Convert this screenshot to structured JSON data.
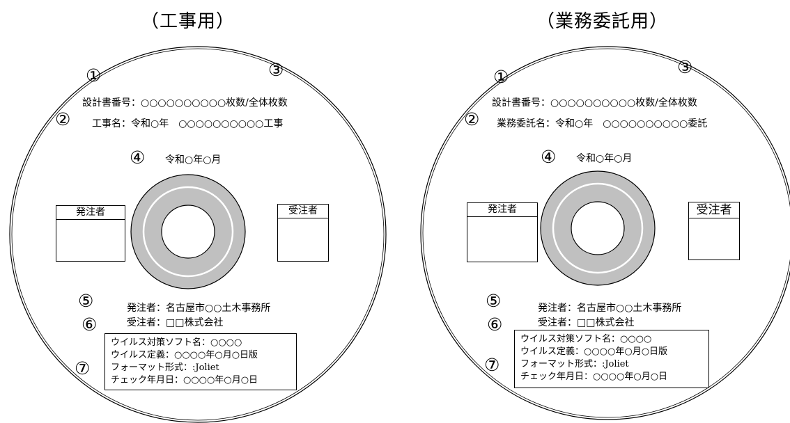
{
  "left": {
    "title": "（工事用）",
    "markers": [
      "①",
      "②",
      "③",
      "④",
      "⑤",
      "⑥",
      "⑦"
    ],
    "design_no": "設計書番号：○○○○○○○○○○枚数/全体枚数",
    "project_name": "工事名：令和○年　○○○○○○○○○○工事",
    "date": "令和○年○月",
    "orderer_box": "発注者",
    "contractor_box": "受注者",
    "orderer": "発注者：名古屋市○○土木事務所",
    "contractor": "受注者：□□株式会社",
    "virus_info": [
      "ウイルス対策ソフト名：○○○○",
      "ウイルス定義：○○○○年○月○日版",
      "フォーマット形式：:Joliet",
      "チェック年月日：○○○○年○月○日"
    ]
  },
  "right": {
    "title": "（業務委託用）",
    "markers": [
      "①",
      "②",
      "③",
      "④",
      "⑤",
      "⑥",
      "⑦"
    ],
    "design_no": "設計書番号：○○○○○○○○○○枚数/全体枚数",
    "project_name": "業務委託名：令和○年　○○○○○○○○○○委託",
    "date": "令和○年○月",
    "orderer_box": "発注者",
    "contractor_box": "受注者",
    "orderer": "発注者：名古屋市○○土木事務所",
    "contractor": "受注者：□□株式会社",
    "virus_info": [
      "ウイルス対策ソフト名：○○○○",
      "ウイルス定義：○○○○年○月○日版",
      "フォーマット形式：:Joliet",
      "チェック年月日：○○○○年○月○日"
    ]
  },
  "colors": {
    "hub_ring": "#c0c0c0",
    "line": "#000000",
    "white_ring": "#ffffff"
  }
}
